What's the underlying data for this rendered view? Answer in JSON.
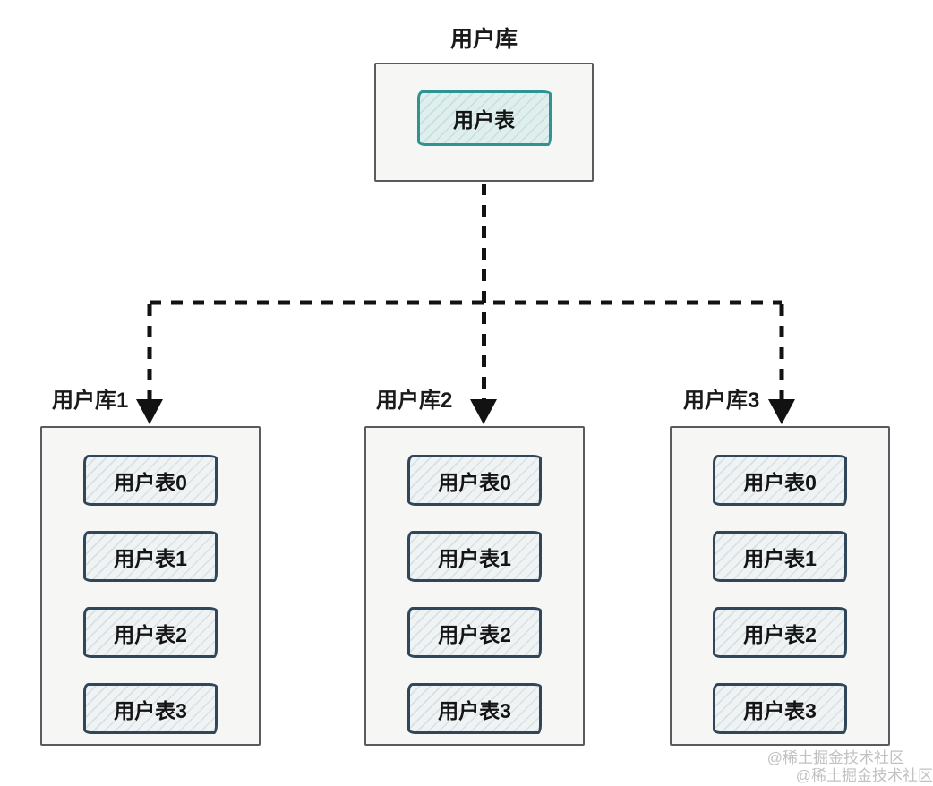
{
  "root_db": {
    "title": "用户库",
    "table": "用户表"
  },
  "shards": [
    {
      "title": "用户库1",
      "tables": [
        "用户表0",
        "用户表1",
        "用户表2",
        "用户表3"
      ]
    },
    {
      "title": "用户库2",
      "tables": [
        "用户表0",
        "用户表1",
        "用户表2",
        "用户表3"
      ]
    },
    {
      "title": "用户库3",
      "tables": [
        "用户表0",
        "用户表1",
        "用户表2",
        "用户表3"
      ]
    }
  ],
  "watermark": {
    "line1": "@稀土掘金技术社区",
    "line2": "@稀土掘金技术社区"
  },
  "colors": {
    "container_border": "#5a5b5d",
    "container_fill": "#f6f6f4",
    "table_border": "#30465a",
    "table_fill": "#eff3f4",
    "table_hatch": "#d9e0e4",
    "root_table_border": "#2e9492",
    "root_table_fill": "#e0efed",
    "root_table_hatch": "#c4e1df",
    "connector": "#121212",
    "watermark": "#c2c1bf"
  }
}
